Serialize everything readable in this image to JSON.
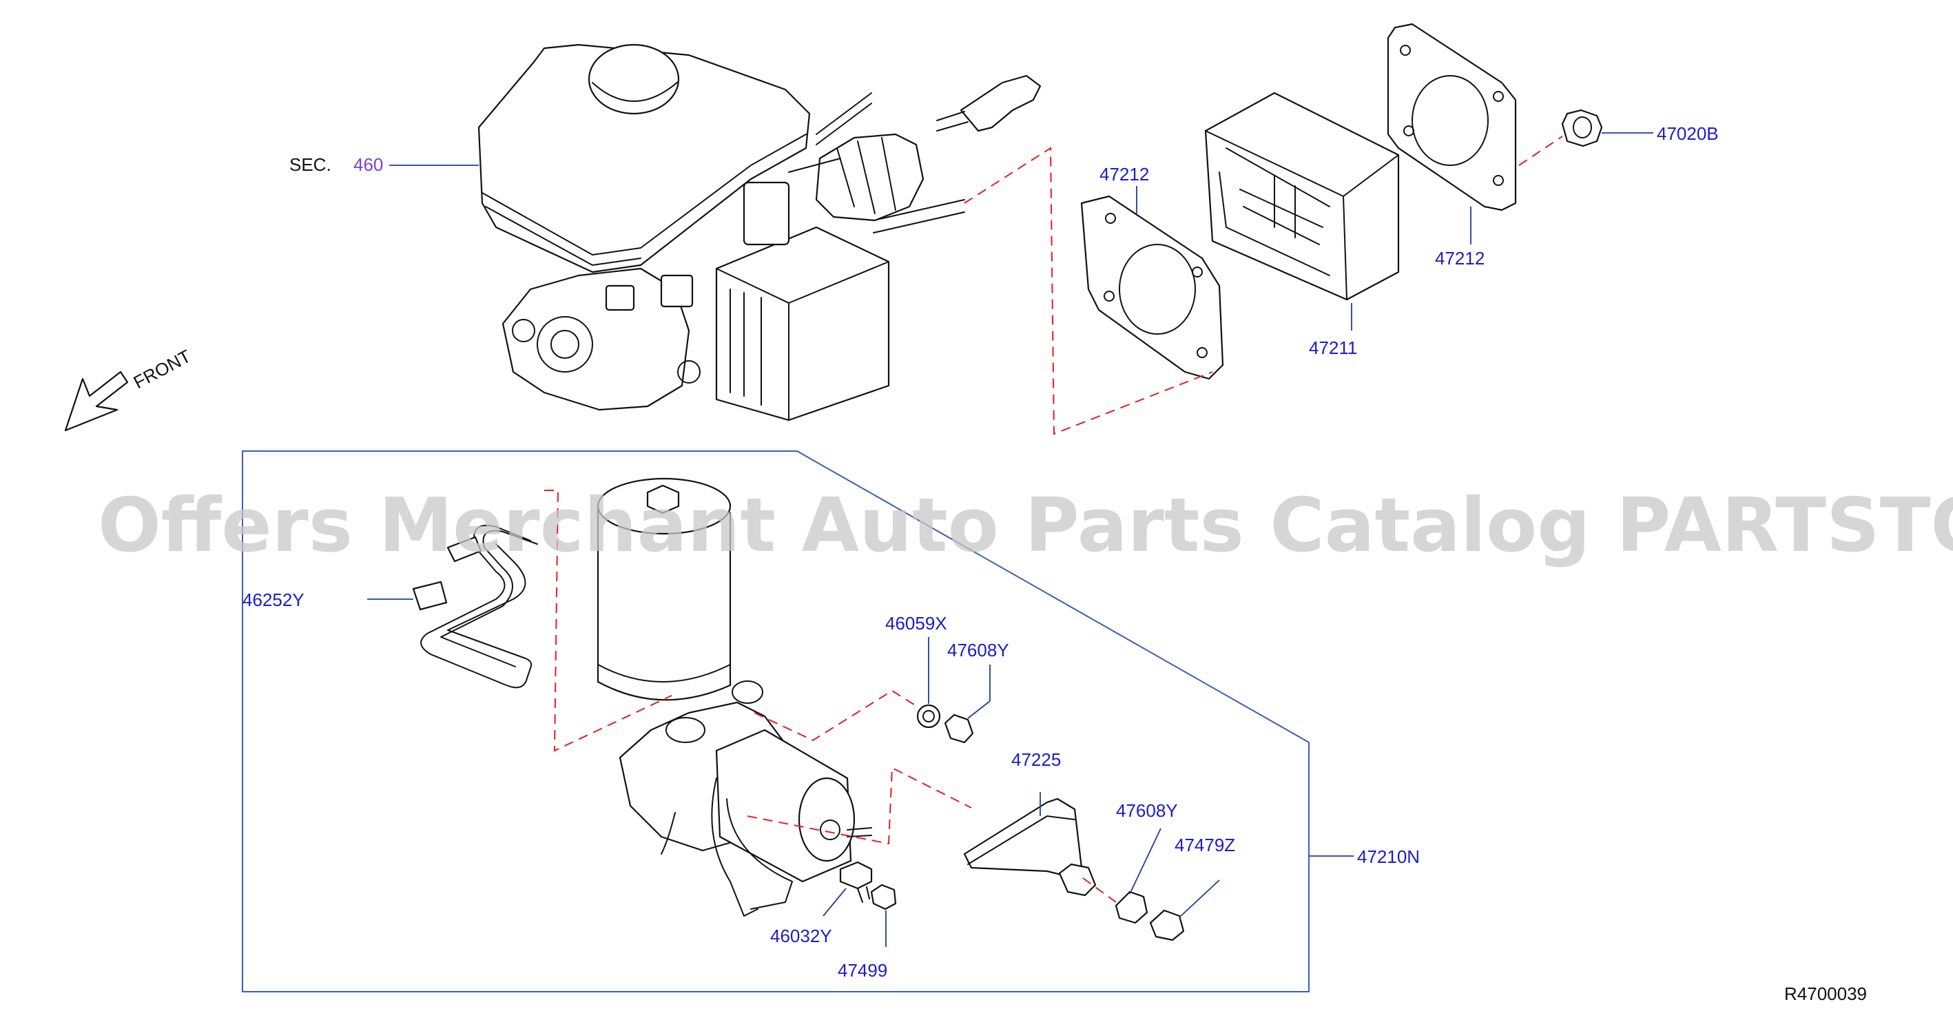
{
  "diagram": {
    "watermark": "Offers Merchant Auto Parts Catalog PARTSTORE.SA",
    "direction_label": "FRONT",
    "section_ref": {
      "prefix": "SEC.",
      "number": "460"
    },
    "drawing_number": "R4700039",
    "colors": {
      "part_label": "#1c1cc8",
      "section_number": "#7b3fe0",
      "leader": "#1f3f8f",
      "dashed": "#e02020",
      "frame": "#3a60b0"
    },
    "labels": {
      "p47212_a": "47212",
      "p47211": "47211",
      "p47212_b": "47212",
      "p47020B": "47020B",
      "p46252Y": "46252Y",
      "p46059X": "46059X",
      "p47608Y_a": "47608Y",
      "p47225": "47225",
      "p47608Y_b": "47608Y",
      "p47479Z": "47479Z",
      "p47210N": "47210N",
      "p46032Y": "46032Y",
      "p47499": "47499"
    }
  }
}
